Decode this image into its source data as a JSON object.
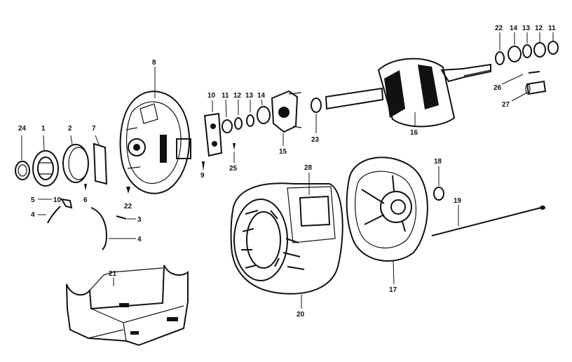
{
  "labels": {
    "l24": "24",
    "l1": "1",
    "l2": "2",
    "l7": "7",
    "l8": "8",
    "l6a": "6",
    "l22a": "22",
    "l5": "5",
    "l10": "10",
    "l4a": "4",
    "l3": "3",
    "l4b": "4",
    "l9": "9",
    "l10b": "10",
    "l11a": "11",
    "l12a": "12",
    "l13a": "13",
    "l14a": "14",
    "l25": "25",
    "l15": "15",
    "l23": "23",
    "l16": "16",
    "l22b": "22",
    "l14b": "14",
    "l13b": "13",
    "l12b": "12",
    "l11b": "11",
    "l26": "26",
    "l27": "27",
    "l28": "28",
    "l18": "18",
    "l19": "19",
    "l21": "21",
    "l20": "20",
    "l17": "17"
  }
}
